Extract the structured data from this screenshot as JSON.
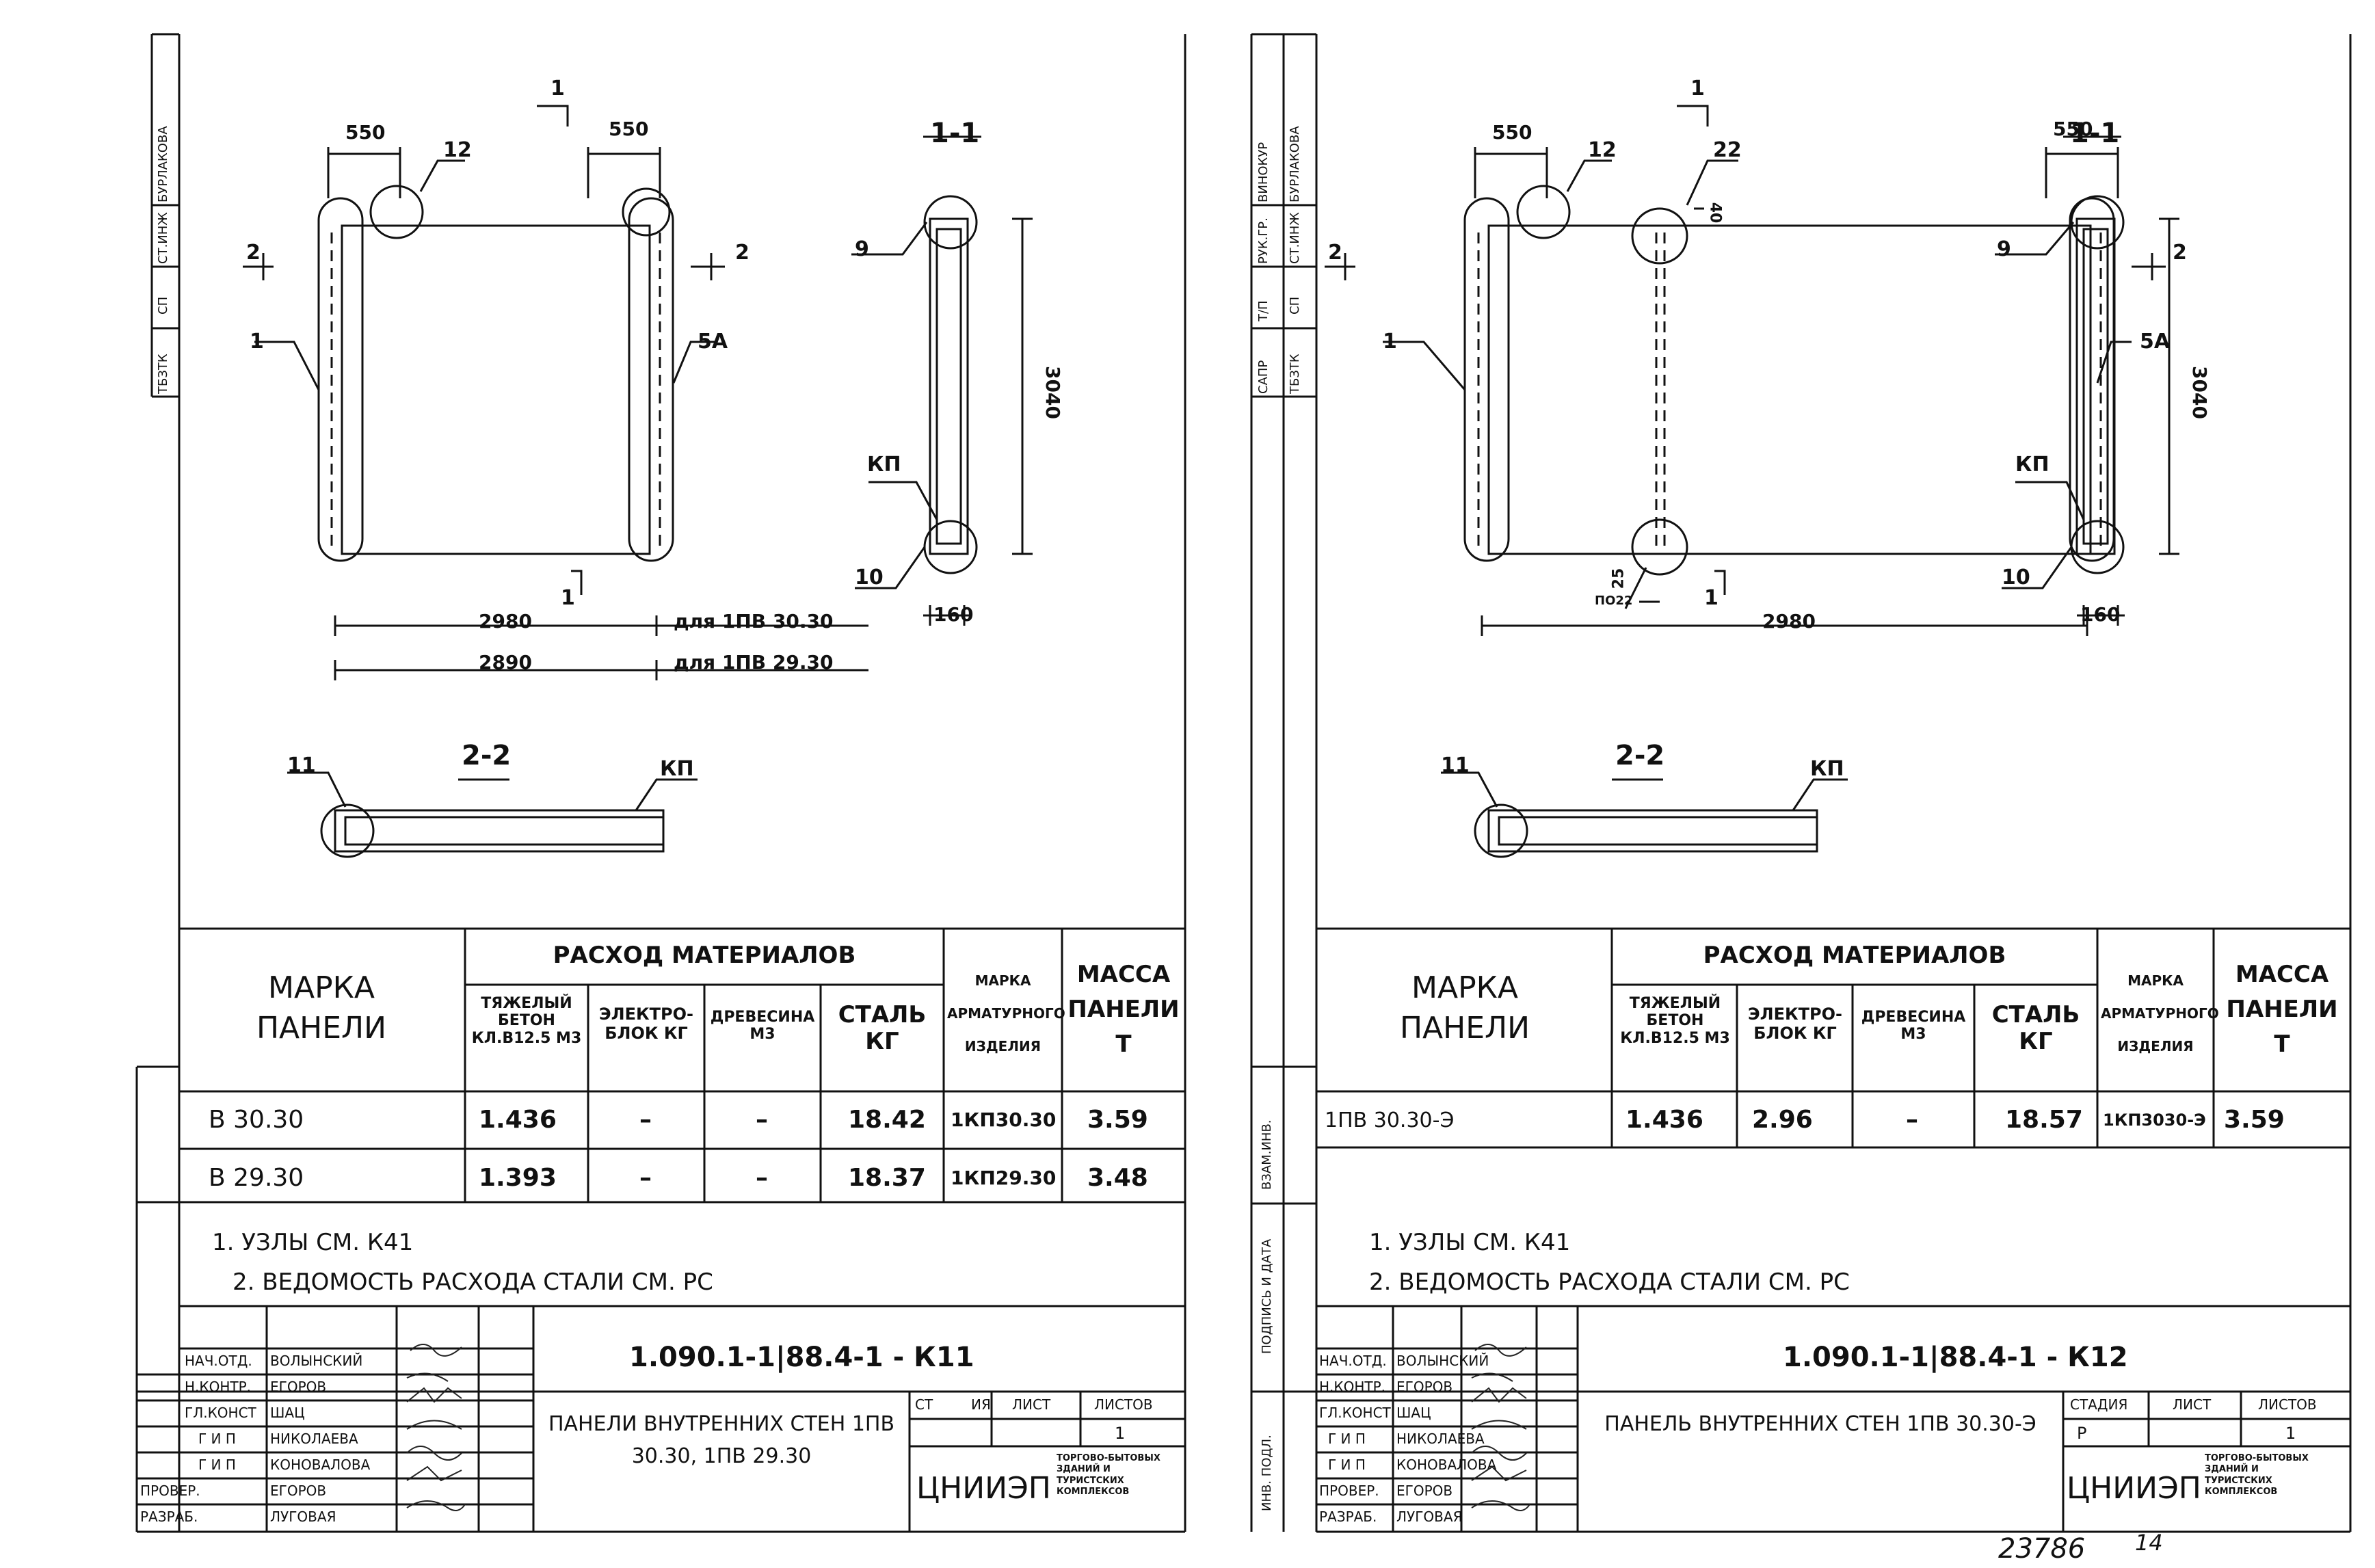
{
  "left": {
    "dims": {
      "d550a": "550",
      "d550b": "550",
      "d2980": "2980",
      "d2890": "2890",
      "d3040": "3040",
      "d160": "160"
    },
    "callouts": {
      "c12": "12",
      "c1": "1",
      "c5a": "5А",
      "c9": "9",
      "ckp": "КП",
      "c10": "10",
      "c11": "11",
      "ckp2": "КП",
      "s1a": "1",
      "s1b": "1",
      "s2a": "2",
      "s2b": "2"
    },
    "for_1": "для 1ПВ 30.30",
    "for_2": "для 1ПВ 29.30",
    "section_11": "1-1",
    "section_22": "2-2",
    "table": {
      "col_mark": "МАРКА ПАНЕЛИ",
      "col_consumption": "РАСХОД МАТЕРИАЛОВ",
      "col_concrete": "ТЯЖЕЛЫЙ БЕТОН КЛ.В12.5 М3",
      "col_electro": "ЭЛЕКТРО- БЛОК КГ",
      "col_wood": "ДРЕВЕСИНА М3",
      "col_steel": "СТАЛЬ КГ",
      "col_armature": "МАРКА АРМАТУРНОГО ИЗДЕЛИЯ",
      "col_mass": "МАССА ПАНЕЛИ Т",
      "rows": [
        {
          "mark": "В 30.30",
          "concrete": "1.436",
          "electro": "–",
          "wood": "–",
          "steel": "18.42",
          "armature": "1КП30.30",
          "mass": "3.59"
        },
        {
          "mark": "В 29.30",
          "concrete": "1.393",
          "electro": "–",
          "wood": "–",
          "steel": "18.37",
          "armature": "1КП29.30",
          "mass": "3.48"
        }
      ]
    },
    "notes": [
      "1. УЗЛЫ СМ. К41",
      "2. ВЕДОМОСТЬ РАСХОДА СТАЛИ СМ. РС"
    ],
    "code": "1.090.1-1|88.4-1 - К11",
    "title": "ПАНЕЛИ ВНУТРЕННИХ СТЕН 1ПВ 30.30, 1ПВ 29.30",
    "stage_hdr": [
      "СТ",
      "ИЯ",
      "ЛИСТ",
      "ЛИСТОВ"
    ],
    "sheet_no": "1",
    "org": "ЦНИИЭП",
    "org_sub": "ТОРГОВО-БЫТОВЫХ ЗДАНИЙ И ТУРИСТСКИХ КОМПЛЕКСОВ",
    "stamp": [
      {
        "role": "НАЧ.ОТД.",
        "name": "ВОЛЫНСКИЙ"
      },
      {
        "role": "Н.КОНТР.",
        "name": "ЕГОРОВ"
      },
      {
        "role": "ГЛ.КОНСТ",
        "name": "ШАЦ"
      },
      {
        "role": "Г И П",
        "name": "НИКОЛАЕВА"
      },
      {
        "role": "Г И П",
        "name": "КОНОВАЛОВА"
      },
      {
        "role": "ПРОВЕР.",
        "name": "ЕГОРОВ"
      },
      {
        "role": "РАЗРАБ.",
        "name": "ЛУГОВАЯ"
      }
    ],
    "side_labels": [
      "БУРЛАКОВА",
      "СТ.ИНЖ",
      "СП",
      "ТБЗТК"
    ]
  },
  "right": {
    "dims": {
      "d550a": "550",
      "d550b": "550",
      "d2980": "2980",
      "d3040": "3040",
      "d160": "160",
      "d40": "40",
      "d25": "25",
      "d22": "ПО22"
    },
    "callouts": {
      "c12": "12",
      "c22": "22",
      "c1": "1",
      "c5a": "5А",
      "c9": "9",
      "ckp": "КП",
      "c10": "10",
      "c11": "11",
      "ckp2": "КП",
      "s1a": "1",
      "s1b": "1",
      "s2a": "2",
      "s2b": "2"
    },
    "section_11": "1-1",
    "section_22": "2-2",
    "table": {
      "col_mark": "МАРКА ПАНЕЛИ",
      "col_consumption": "РАСХОД МАТЕРИАЛОВ",
      "col_concrete": "ТЯЖЕЛЫЙ БЕТОН КЛ.В12.5 М3",
      "col_electro": "ЭЛЕКТРО- БЛОК КГ",
      "col_wood": "ДРЕВЕСИНА М3",
      "col_steel": "СТАЛЬ КГ",
      "col_armature": "МАРКА АРМАТУРНОГО ИЗДЕЛИЯ",
      "col_mass": "МАССА ПАНЕЛИ Т",
      "rows": [
        {
          "mark": "1ПВ 30.30-Э",
          "concrete": "1.436",
          "electro": "2.96",
          "wood": "–",
          "steel": "18.57",
          "armature": "1КП3030-Э",
          "mass": "3.59"
        }
      ]
    },
    "notes": [
      "1. УЗЛЫ СМ. К41",
      "2. ВЕДОМОСТЬ РАСХОДА СТАЛИ СМ. РС"
    ],
    "code": "1.090.1-1|88.4-1 - К12",
    "title": "ПАНЕЛЬ ВНУТРЕННИХ СТЕН 1ПВ 30.30-Э",
    "stage_hdr": [
      "СТАДИЯ",
      "ЛИСТ",
      "ЛИСТОВ"
    ],
    "stage": "Р",
    "sheet_no": "1",
    "org": "ЦНИИЭП",
    "org_sub": "ТОРГОВО-БЫТОВЫХ ЗДАНИЙ И ТУРИСТСКИХ КОМПЛЕКСОВ",
    "stamp": [
      {
        "role": "НАЧ.ОТД.",
        "name": "ВОЛЫНСКИЙ"
      },
      {
        "role": "Н.КОНТР.",
        "name": "ЕГОРОВ"
      },
      {
        "role": "ГЛ.КОНСТ",
        "name": "ШАЦ"
      },
      {
        "role": "Г И П",
        "name": "НИКОЛАЕВА"
      },
      {
        "role": "Г И П",
        "name": "КОНОВАЛОВА"
      },
      {
        "role": "ПРОВЕР.",
        "name": "ЕГОРОВ"
      },
      {
        "role": "РАЗРАБ.",
        "name": "ЛУГОВАЯ"
      }
    ],
    "side_labels": [
      "ВИНОКУР",
      "БУРЛАКОВА",
      "РУК.ГР.",
      "СТ.ИНЖ",
      "Т/П",
      "СП",
      "САПР",
      "ТБЗТК"
    ],
    "side_stamps": [
      "ИНВ. ПОДЛ.",
      "ПОДПИСЬ И ДАТА",
      "ВЗАМ.ИНВ."
    ],
    "footer_no": "23786",
    "footer_page": "14"
  }
}
